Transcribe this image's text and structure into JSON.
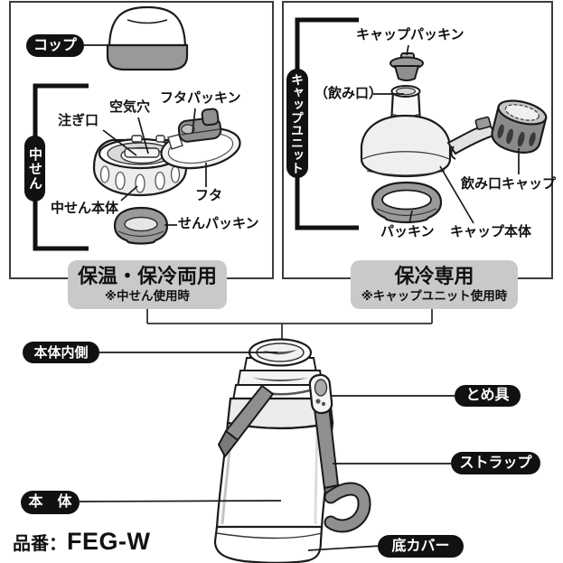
{
  "colors": {
    "outline": "#1a1a1a",
    "panel_border": "#3c3c3c",
    "part_gray": "#8f8f8f",
    "part_gray_dark": "#7a7a7a",
    "light_gray": "#ececec",
    "usage_box_bg": "#c9c9c9",
    "pill_bg": "#111111",
    "text": "#111111"
  },
  "left_panel": {
    "cup_label": "コップ",
    "unit_label": "中せん",
    "parts": {
      "pour_spout": "注ぎ口",
      "air_hole": "空気穴",
      "lid_gasket": "フタパッキン",
      "lid": "フタ",
      "stopper_body": "中せん本体",
      "stopper_gasket": "せんパッキン"
    },
    "usage": {
      "title": "保温・保冷両用",
      "note": "※中せん使用時"
    }
  },
  "right_panel": {
    "unit_label": "キャップユニット",
    "parts": {
      "cap_gasket": "キャップパッキン",
      "drinking_mouth": "（飲み口）",
      "mouth_cap": "飲み口キャップ",
      "gasket": "パッキン",
      "cap_body": "キャップ本体"
    },
    "usage": {
      "title": "保冷専用",
      "note": "※キャップユニット使用時"
    }
  },
  "bottle_section": {
    "inner_body": "本体内側",
    "fastener": "とめ具",
    "strap": "ストラップ",
    "body": "本　体",
    "bottom_cover": "底カバー"
  },
  "product_number": {
    "prefix": "品番：",
    "code": "FEG-W"
  }
}
